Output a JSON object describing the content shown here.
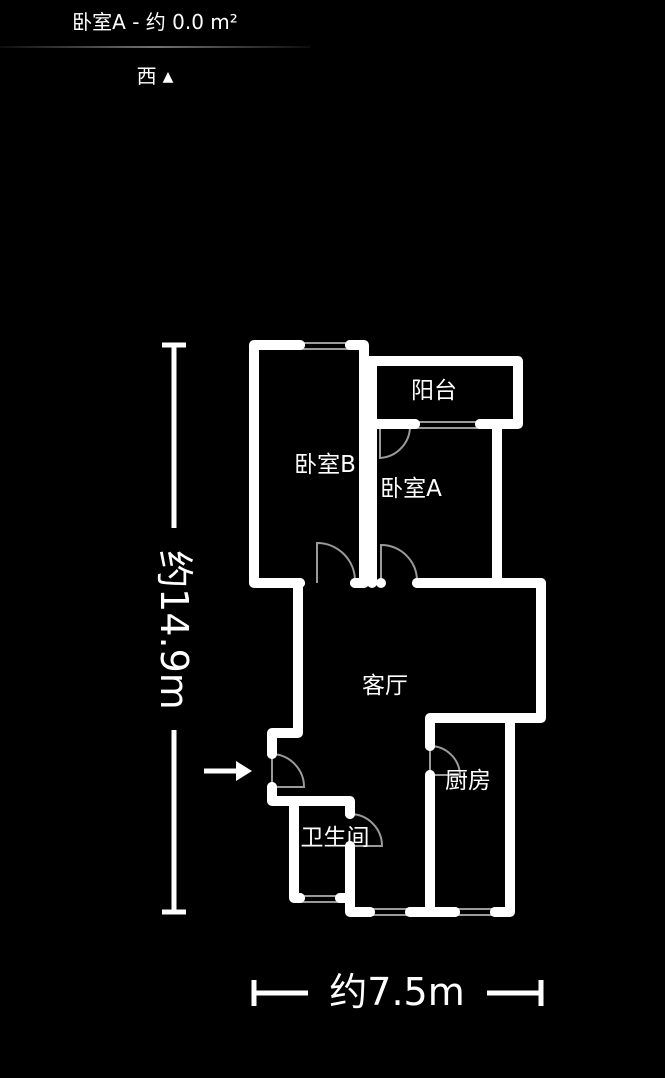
{
  "header": {
    "title": "卧室A - 约 0.0 m²",
    "orientation": "西",
    "orientation_icon": "triangle-up-icon"
  },
  "rooms": {
    "balcony": "阳台",
    "bedroom_b": "卧室B",
    "bedroom_a": "卧室A",
    "living_room": "客厅",
    "kitchen": "厨房",
    "bathroom": "卫生间"
  },
  "dimensions": {
    "height_label": "约14.9m",
    "width_label": "约7.5m"
  },
  "colors": {
    "background": "#000000",
    "walls": "#ffffff",
    "doors_windows": "#9a9a9a"
  }
}
